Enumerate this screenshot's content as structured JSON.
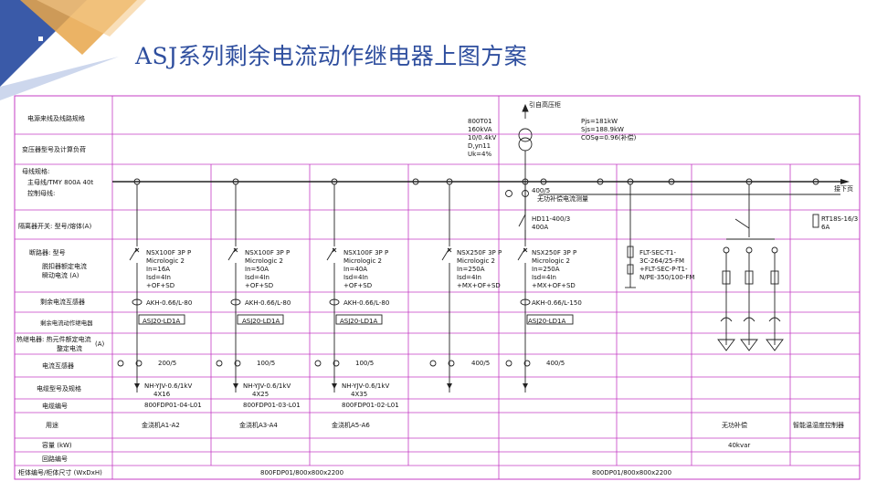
{
  "title": "ASJ系列剩余电流动作继电器上图方案",
  "colors": {
    "title": "#2e4e9e",
    "grid": "#c43cc4",
    "line": "#222222",
    "deco_blue": "#3a5aa8",
    "deco_orange": "#e8a64a"
  },
  "rows": [
    "电源来线及线路规格",
    "变压器型号及计算负荷",
    "母线规格:",
    "主母线/TMY 800A 40t",
    "控制母线:",
    "隔离器开关: 型号/熔体(A)",
    "断路器: 型号",
    "脱扣器额定电流",
    "瞬动电流 (A)",
    "剩余电流互感器",
    "剩余电流动作继电器",
    "热继电器: 热元件额定电流",
    "整定电流",
    "(A)",
    "电流互感器",
    "电缆型号及规格",
    "电缆编号",
    "用途",
    "容量 (kW)",
    "回路编号",
    "柜体编号/柜体尺寸 (WxDxH)"
  ],
  "transformer": {
    "source": "引自高压柜",
    "spec": [
      "800T01",
      "160kVA",
      "10/0.4kV",
      "D,yn11",
      "Uk=4%"
    ],
    "load": [
      "Pjs=181kW",
      "Sjs=188.9kW",
      "COSφ=0.96(补偿)"
    ]
  },
  "bus_end": "接下页",
  "incomer": {
    "ct": "400/5",
    "ct_note": "无功补偿电流测量",
    "disconnector": [
      "HD11-400/3",
      "400A"
    ]
  },
  "feeders": [
    {
      "breaker": [
        "NSX100F 3P P",
        "Micrologic 2",
        "In=16A",
        "Isd=4In",
        "+OF+SD"
      ],
      "rct": "AKH-0.66/L-80",
      "relay": "ASJ20-LD1A",
      "ct": "200/5",
      "cable": [
        "NH-YJV-0.6/1kV",
        "4X16"
      ],
      "cable_no": "800FDP01-04-L01",
      "use": "金浇机A1-A2"
    },
    {
      "breaker": [
        "NSX100F 3P P",
        "Micrologic 2",
        "In=50A",
        "Isd=4In",
        "+OF+SD"
      ],
      "rct": "AKH-0.66/L-80",
      "relay": "ASJ20-LD1A",
      "ct": "100/5",
      "cable": [
        "NH-YJV-0.6/1kV",
        "4X25"
      ],
      "cable_no": "800FDP01-03-L01",
      "use": "金浇机A3-A4"
    },
    {
      "breaker": [
        "NSX100F 3P P",
        "Micrologic 2",
        "In=40A",
        "Isd=4In",
        "+OF+SD"
      ],
      "rct": "AKH-0.66/L-80",
      "relay": "ASJ20-LD1A",
      "ct": "100/5",
      "cable": [
        "NH-YJV-0.6/1kV",
        "4X35"
      ],
      "cable_no": "800FDP01-02-L01",
      "use": "金浇机A5-A6"
    },
    {
      "breaker": [
        "NSX250F 3P P",
        "Micrologic 2",
        "In=250A",
        "Isd=4In",
        "+MX+OF+SD"
      ],
      "rct": "",
      "relay": "",
      "ct": "400/5",
      "cable": [],
      "cable_no": "",
      "use": ""
    },
    {
      "breaker": [
        "NSX250F 3P P",
        "Micrologic 2",
        "In=250A",
        "Isd=4In",
        "+MX+OF+SD"
      ],
      "rct": "AKH-0.66/L-150",
      "relay": "ASJ20-LD1A",
      "ct": "400/5",
      "cable": [],
      "cable_no": "",
      "use": ""
    }
  ],
  "spd": [
    "FLT-SEC-T1-",
    "3C-264/25-FM",
    "+FLT-SEC-P-T1-",
    "N/PE-350/100-FM"
  ],
  "capacitor": {
    "use": "无功补偿",
    "capacity": "40kvar"
  },
  "fuse": {
    "spec": [
      "RT18S-16/3",
      "6A"
    ],
    "use": "智能温湿度控制器"
  },
  "cabinets": [
    "800FDP01/800x800x2200",
    "800DP01/800x800x2200"
  ]
}
